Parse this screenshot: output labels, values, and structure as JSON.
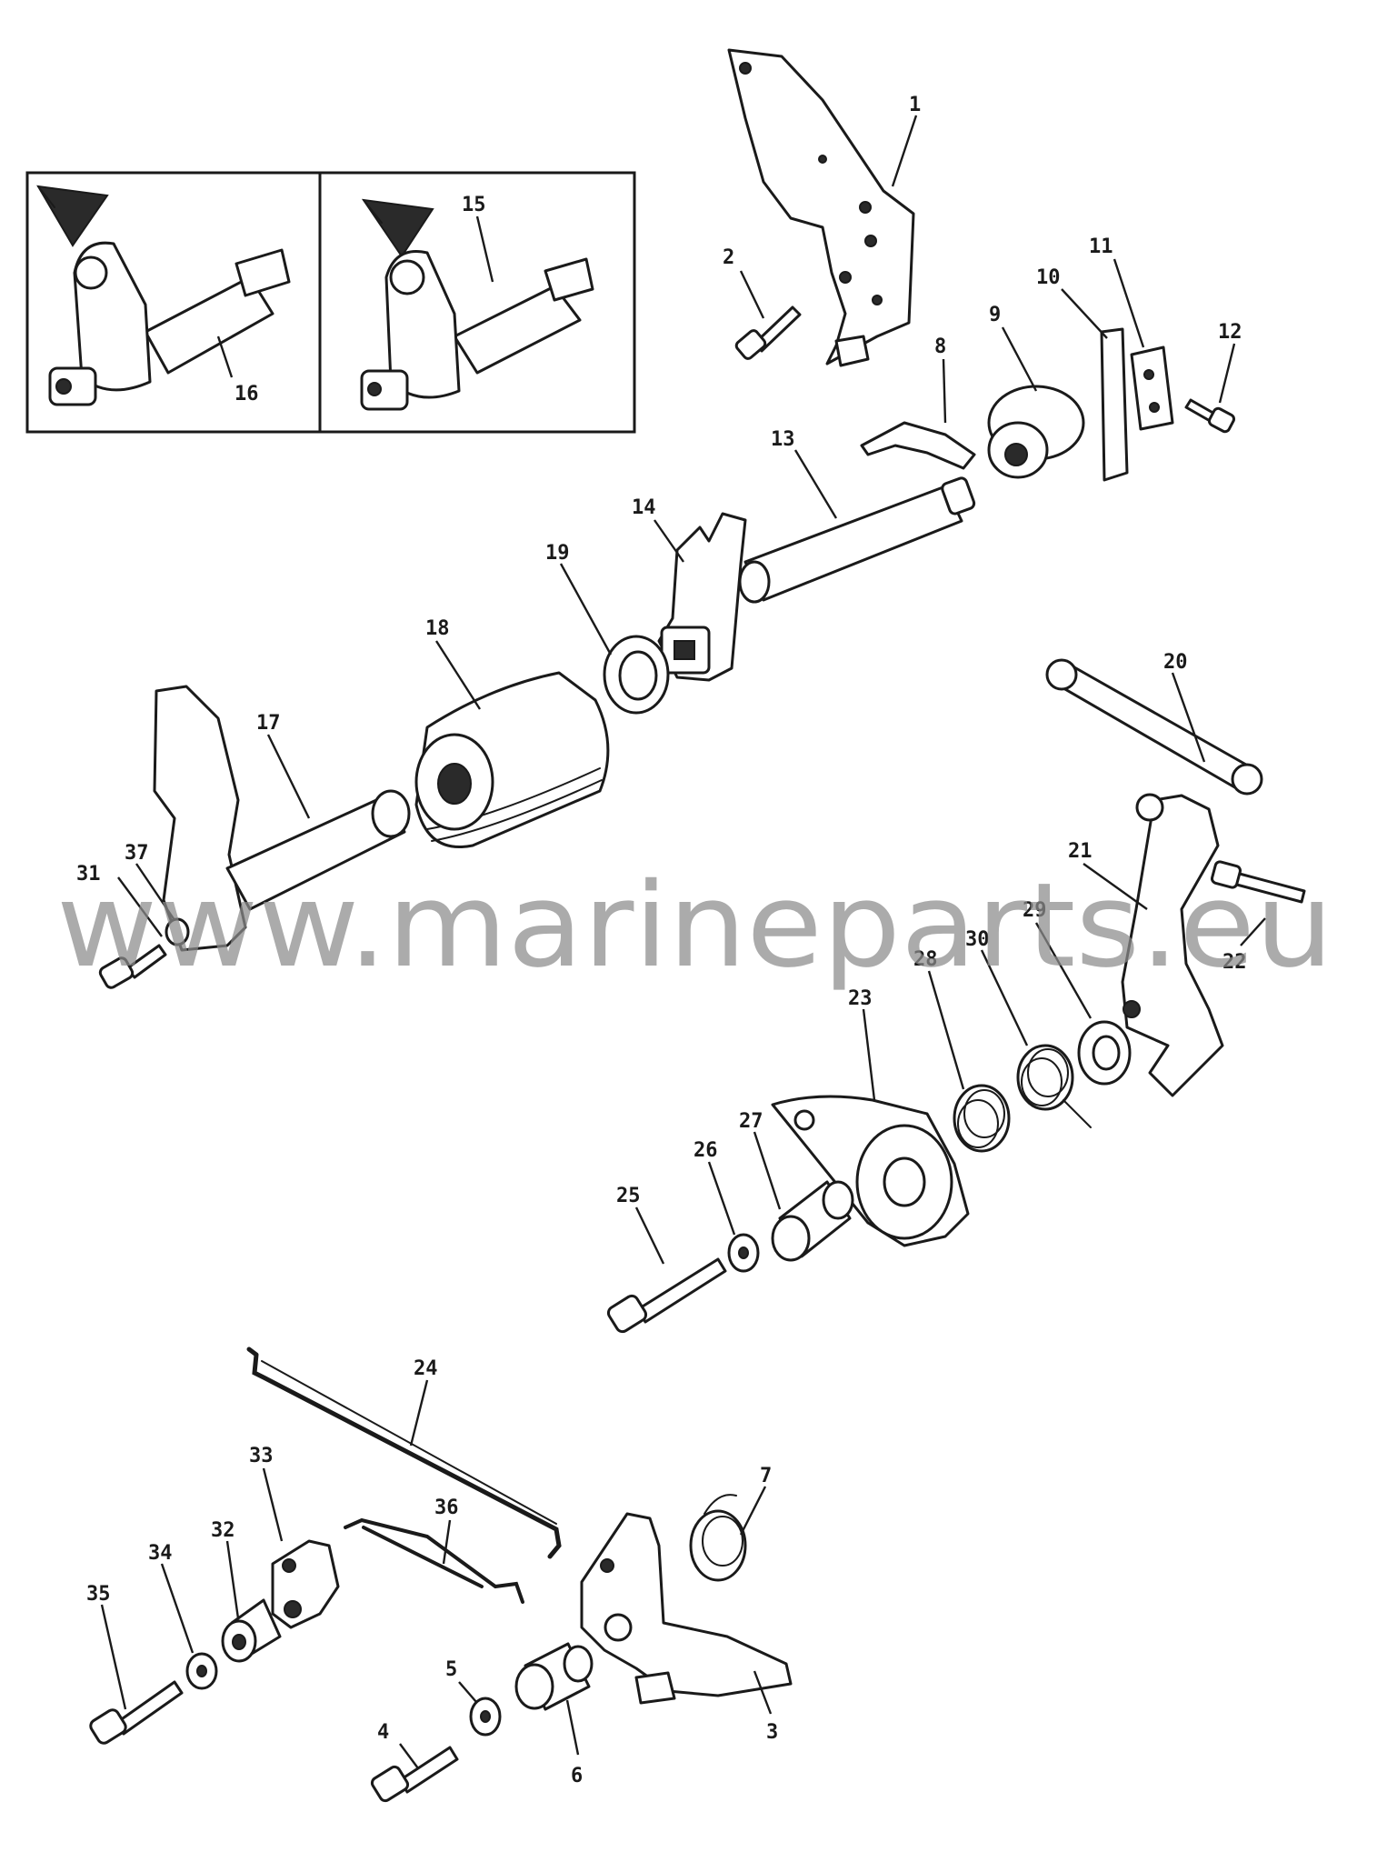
{
  "watermark": "www.marineparts.eu",
  "callouts": [
    "1",
    "2",
    "3",
    "4",
    "5",
    "6",
    "7",
    "8",
    "9",
    "10",
    "11",
    "12",
    "13",
    "14",
    "15",
    "16",
    "17",
    "18",
    "19",
    "20",
    "21",
    "22",
    "23",
    "24",
    "25",
    "26",
    "27",
    "28",
    "29",
    "30",
    "31",
    "32",
    "33",
    "34",
    "35",
    "36",
    "37"
  ]
}
